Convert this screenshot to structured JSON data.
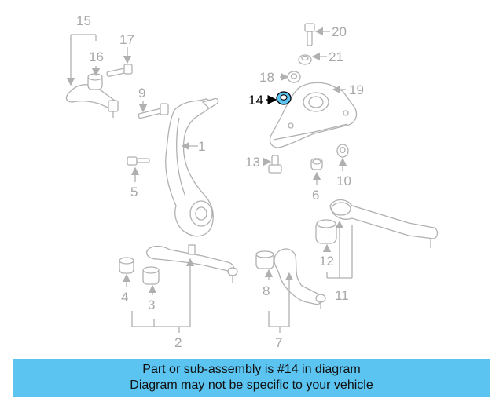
{
  "callouts": {
    "c1": "1",
    "c2": "2",
    "c3": "3",
    "c4": "4",
    "c5": "5",
    "c6": "6",
    "c7": "7",
    "c8": "8",
    "c9": "9",
    "c10": "10",
    "c11": "11",
    "c12": "12",
    "c13": "13",
    "c14": "14",
    "c15": "15",
    "c16": "16",
    "c17": "17",
    "c18": "18",
    "c19": "19",
    "c20": "20",
    "c21": "21"
  },
  "highlight": {
    "part": "14",
    "color": "#5bc4f1"
  },
  "colors": {
    "banner": "#5bc4f1",
    "line": "#b0b0b0",
    "label": "#a7a7a7"
  },
  "banner": {
    "line1": "Part or sub-assembly is #14 in diagram",
    "line2": "Diagram may not be specific to your vehicle"
  }
}
